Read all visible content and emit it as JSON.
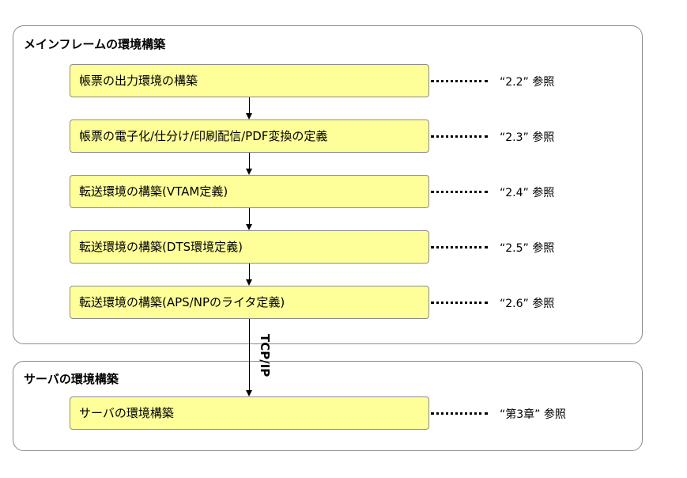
{
  "mainframe": {
    "title": "メインフレームの環境構築",
    "steps": [
      {
        "label": "帳票の出力環境の構築",
        "ref": "“2.2” 参照"
      },
      {
        "label": "帳票の電子化/仕分け/印刷配信/PDF変換の定義",
        "ref": "“2.3” 参照"
      },
      {
        "label": "転送環境の構築(VTAM定義)",
        "ref": "“2.4” 参照"
      },
      {
        "label": "転送環境の構築(DTS環境定義)",
        "ref": "“2.5” 参照"
      },
      {
        "label": "転送環境の構築(APS/NPのライタ定義)",
        "ref": "“2.6” 参照"
      }
    ]
  },
  "connection": {
    "label": "TCP/IP"
  },
  "server": {
    "title": "サーバの環境構築",
    "steps": [
      {
        "label": "サーバの環境構築",
        "ref": "“第3章” 参照"
      }
    ]
  }
}
